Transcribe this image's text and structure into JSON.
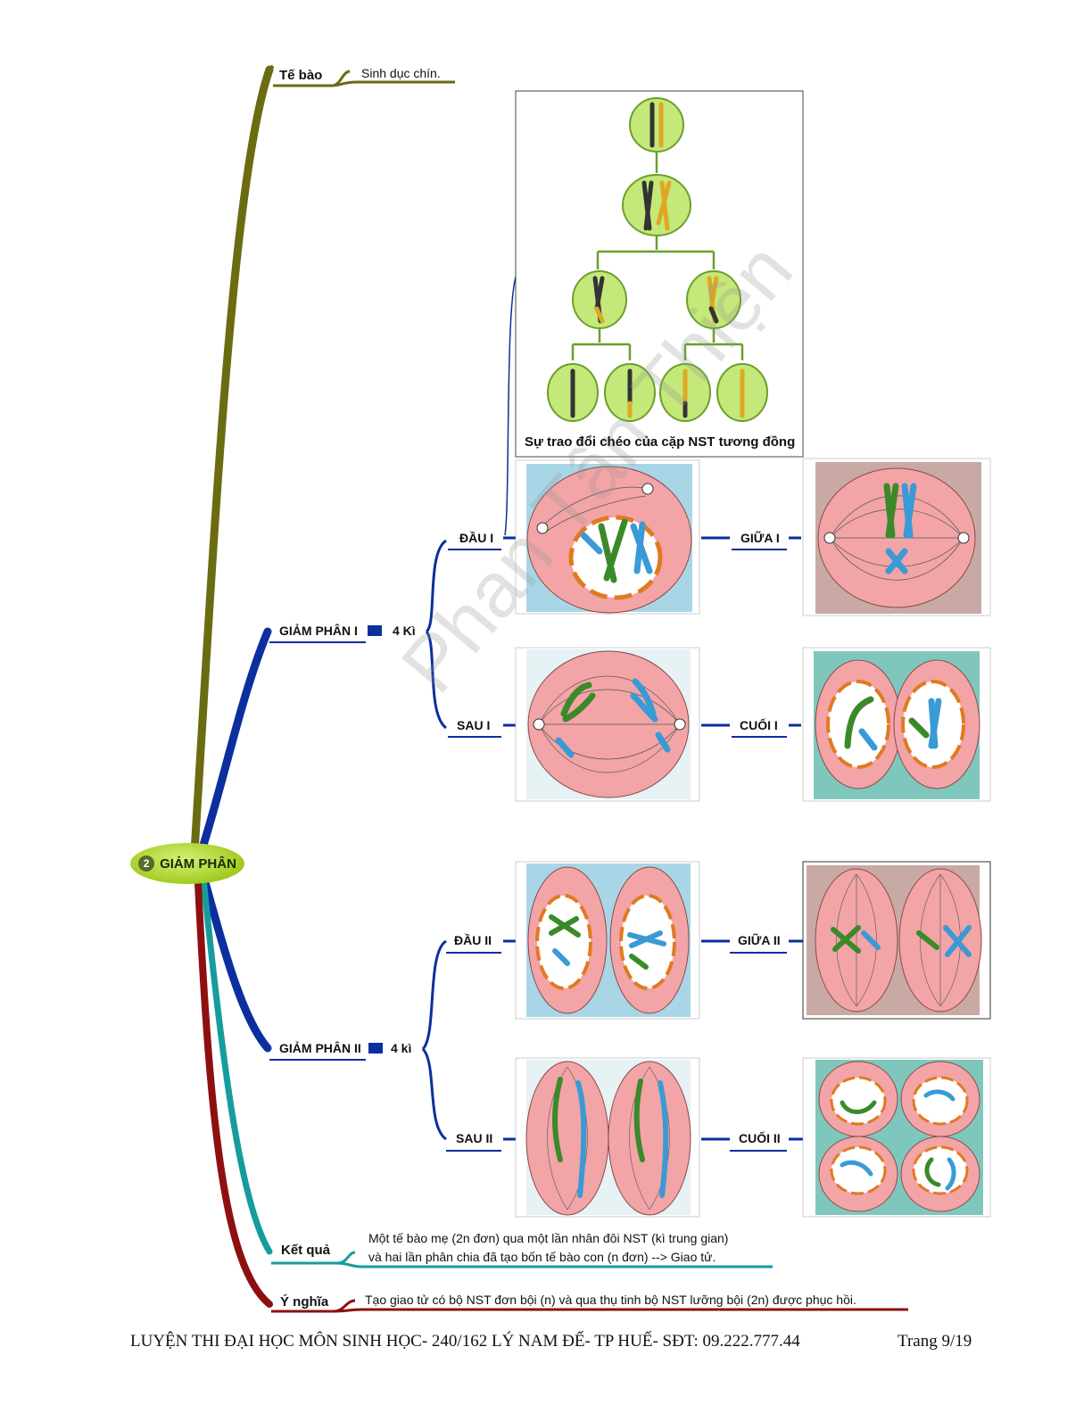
{
  "root": {
    "number": "2",
    "label": "GIẢM PHÂN"
  },
  "branches": {
    "te_bao": {
      "label": "Tế bào",
      "note": "Sinh dục chín."
    },
    "gp1": {
      "label": "GIẢM PHÂN I",
      "count": "4 Kì",
      "phases": {
        "dau": "ĐẦU I",
        "giua": "GIỮA I",
        "sau": "SAU I",
        "cuoi": "CUỐI I"
      }
    },
    "gp2": {
      "label": "GIẢM PHÂN II",
      "count": "4 kì",
      "phases": {
        "dau": "ĐẦU II",
        "giua": "GIỮA II",
        "sau": "SAU II",
        "cuoi": "CUỐI II"
      }
    },
    "ket_qua": {
      "label": "Kết quả",
      "line1": "Một tế bào mẹ (2n đơn) qua một lần nhân đôi NST (kì trung gian)",
      "line2": "và hai lần phân chia đã tạo bốn tế bào con (n đơn) --> Giao tử."
    },
    "y_nghia": {
      "label": "Ý nghĩa",
      "note": "Tạo giao tử có bộ NST đơn bội (n) và qua thụ tinh bộ NST lưỡng bội (2n) được phục hồi."
    }
  },
  "crossover_caption": "Sự trao đổi chéo của cặp NST tương đồng",
  "watermark": "Phan Tấn Thiện",
  "footer": {
    "left": "LUYỆN THI ĐẠI HỌC MÔN SINH HỌC- 240/162 LÝ NAM ĐẾ- TP HUẾ- SĐT: 09.222.777.44",
    "page": "Trang 9/19"
  },
  "colors": {
    "olive": "#6b6b12",
    "blue": "#0b2f9e",
    "teal": "#169c9c",
    "red": "#8e0f0f",
    "cell": "#f2a4a6",
    "bg_blue": "#a9d6e6",
    "bg_brown": "#c9a9a4",
    "bg_teal": "#7fc7bd",
    "green_chr": "#3a8a2a",
    "blue_chr": "#3a9ad6"
  }
}
